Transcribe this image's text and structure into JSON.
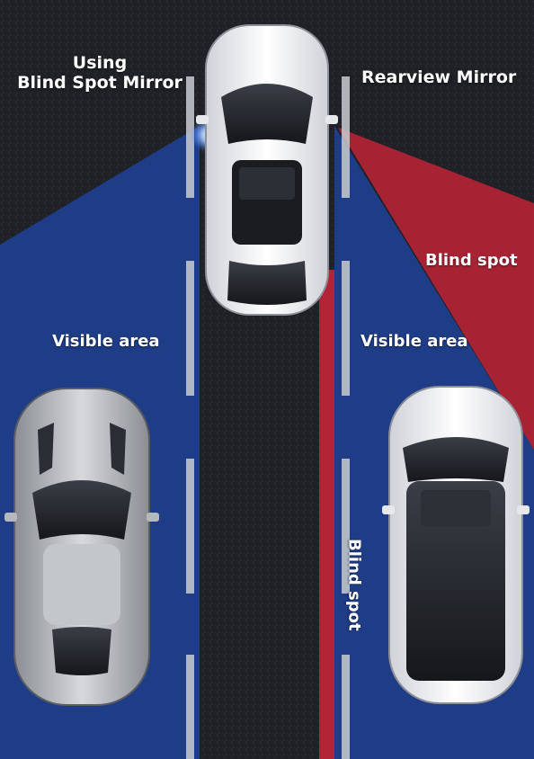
{
  "labels": {
    "using_line1": "Using",
    "using_line2": "Blind Spot Mirror",
    "rearview_mirror": "Rearview Mirror",
    "visible_left": "Visible area",
    "visible_right": "Visible area",
    "blind_spot_right": "Blind spot",
    "blind_spot_lane": "Blind spot"
  },
  "colors": {
    "asphalt": "#202228",
    "visible_area": "#1f3f8f",
    "blind_spot": "#b22336",
    "lane_marking": "#c9ccd2",
    "car_white": "#f2f3f5",
    "car_silver": "#b9bcc2",
    "glass": "#24272d"
  },
  "vehicles": [
    {
      "role": "ego-car",
      "color_name": "white"
    },
    {
      "role": "left-car",
      "color_name": "silver"
    },
    {
      "role": "right-car",
      "color_name": "white"
    }
  ]
}
